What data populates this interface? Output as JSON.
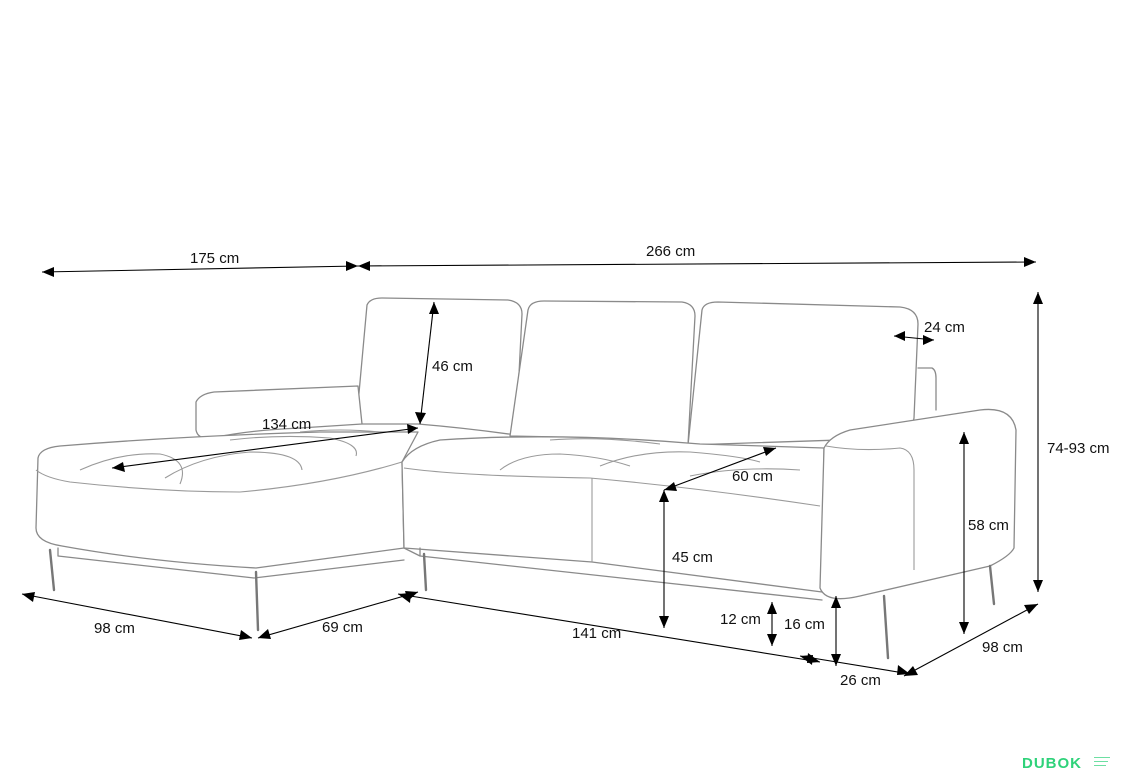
{
  "dimensions": {
    "chaise_length": "175 cm",
    "total_width": "266 cm",
    "backrest_cushion_height": "46 cm",
    "chaise_seat_depth": "134 cm",
    "cushion_thickness": "24 cm",
    "total_height": "74-93 cm",
    "seat_depth": "60 cm",
    "seat_height": "45 cm",
    "armrest_height": "58 cm",
    "chaise_width": "98 cm",
    "chaise_to_seat_offset": "69 cm",
    "main_seat_width": "141 cm",
    "underframe_clearance": "12 cm",
    "leg_height": "16 cm",
    "armrest_width": "26 cm",
    "total_depth": "98 cm"
  },
  "branding": {
    "logo": "DUBOK"
  },
  "colors": {
    "outline": "#8a8a8a",
    "dimension_lines": "#000000",
    "logo_green": "#2fd27a"
  }
}
